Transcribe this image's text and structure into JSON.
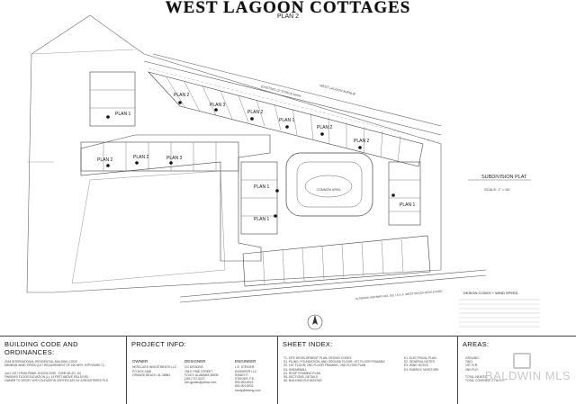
{
  "header": {
    "title": "WEST LAGOON COTTAGES",
    "subtitle": "PLAN 2"
  },
  "plan_labels": {
    "plan1": "PLAN 1",
    "plan2": "PLAN 2",
    "plan3": "PLAN 3",
    "common_area": "COMMON AREA",
    "subdivision_plat": "SUBDIVISION PLAT",
    "scale": "SCALE: 1\" = 60'",
    "design_codes": "DESIGN CODES + WIND SPEED",
    "road_top": "WEST LAGOON AVENUE",
    "road_bottom": "ALABAMA HIGHWAY NO. 182 / A.K.A. WEST BEACH BOULEVARD",
    "forcemain": "EXISTING 12\" FORCE MAIN"
  },
  "building_code": {
    "heading": "BUILDING CODE AND ORDINANCES:",
    "text": "2018 INTERNATIONAL RESIDENTIAL BUILDING CODE\nMINIMUM WIND SPEED (ULT REQUIREMENT OF 160 MPH, EXPOSURE C)\n\nJULY 2017 FEMA PANEL #01003C0769 - ZONE AE (EL 10)\nFINISHED FLOOR ELEVATION (L): 14 FEET ABOVE SEA LEVEL\nOWNER TO VERIFY WITH ELEVATION CERTIFICATE BY A REGISTERED PLS"
  },
  "project_info": {
    "heading": "PROJECT INFO:",
    "owner": {
      "title": "OWNER",
      "text": "HERCULES INVESTMENTS LLC\nPO BOX 2488\nORANGE BEACH, AL 36561"
    },
    "designer": {
      "title": "DESIGNER",
      "text": "CG DESIGNS\n208 E PINE STREET\nFOLEY, ALABAMA 36535\n(251) 747-0027\ncfm.gprisle@yahoo.com"
    },
    "engineer": {
      "title": "ENGINEER",
      "text": "L.E. STEIGER,\nENGINEER LLC\nRANDY E.\nSTEIGER, P.E.\n803-903-8921\n803-903-8931\nrandy@leseng.com"
    }
  },
  "sheet_index": {
    "heading": "SHEET INDEX:",
    "col1": "T1. SITE DEVELOPMENT PLAN, DESIGN CODES\nS1. PILING, FOUNDATION, AND GROUND FLOOR, 1ST FLOOR FRAMING\nS2. 1ST FLOOR, 2ND FLOOR FRAMING, 2ND FLOOR PLAN\nS3. SHEARWALL\nS4. ROOF FRAMING PLAN\nS5. SECTIONS, DETAILS\nS6. BUILDING ELEVATIONS",
    "col2": "E1. ELECTRICAL PLAN\nE2. GENERAL NOTES\nE3. WIND NOTES\nE4. ENERGY, MOISTURE"
  },
  "areas": {
    "heading": "AREAS:",
    "text": "GROUND:\nTWO:\n1ST FLR:\n2ND FLR:\n\nTOTAL HEATED\nTOTAL COVERED: 2,700 S.F."
  },
  "watermark": "BALDWIN MLS"
}
